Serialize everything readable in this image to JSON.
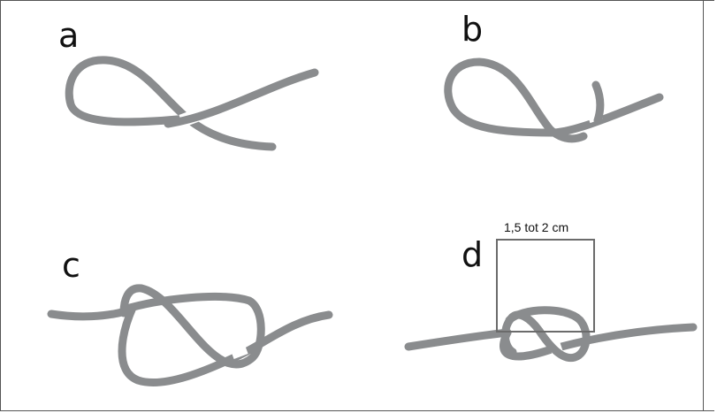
{
  "panels": [
    {
      "label": "a"
    },
    {
      "label": "b"
    },
    {
      "label": "c"
    },
    {
      "label": "d"
    }
  ],
  "measurement": {
    "label": "1,5 tot 2 cm"
  },
  "colors": {
    "rope": "#8a8c8e",
    "bracket": "#6b6b6b",
    "text": "#111111"
  }
}
